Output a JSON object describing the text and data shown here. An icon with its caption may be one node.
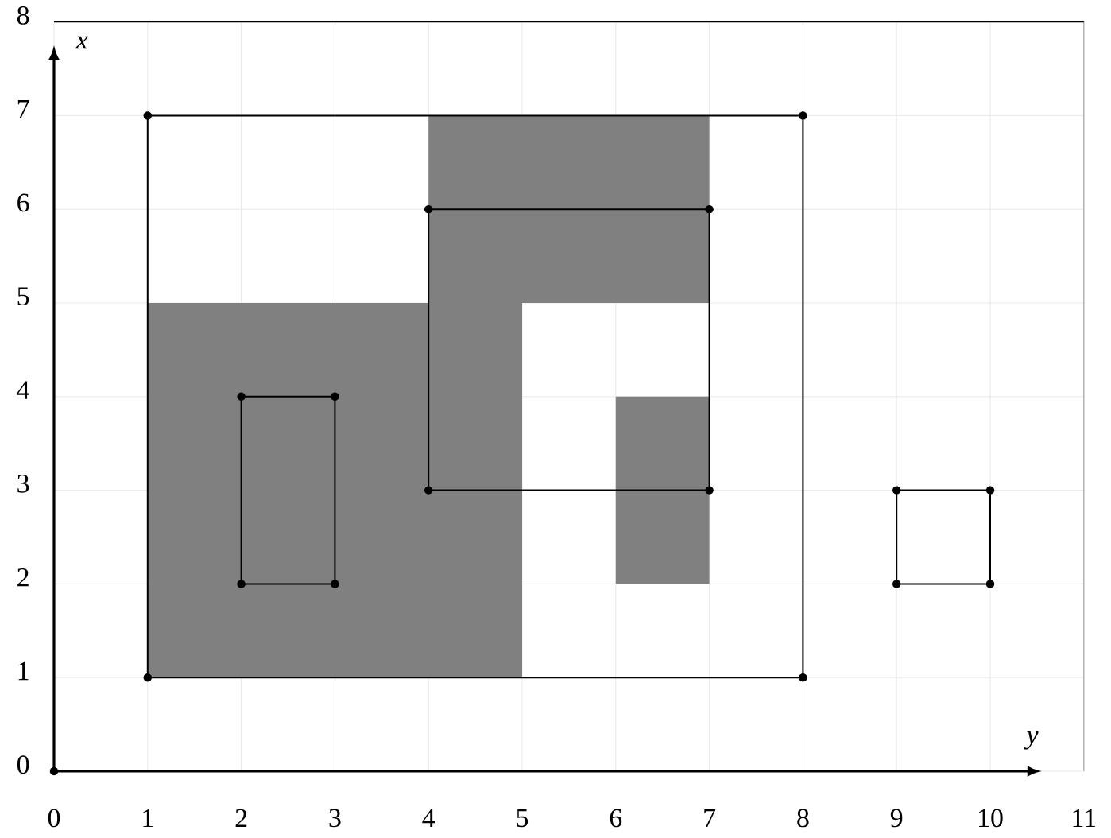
{
  "diagram": {
    "nodes": [
      {
        "text": [],
        "shape": "box"
      },
      {
        "text": [],
        "shape": "box",
        "in": 0
      },
      {
        "text": [],
        "shape": "box",
        "in": 0
      },
      {
        "text": [],
        "shape": "box",
        "in": 0
      },
      {
        "text": [],
        "shape": "box",
        "in": 0
      },
      {
        "text": [],
        "shape": "box",
        "in": 1
      },
      {
        "text": [],
        "shape": "box"
      }
    ],
    "labels": [
      "8",
      "x",
      "7",
      "6",
      "5",
      "4",
      "3",
      "2",
      "1",
      "0",
      "y",
      "0",
      "1",
      "2",
      "3",
      "4",
      "5",
      "6",
      "7",
      "8",
      "9",
      "10",
      "11"
    ]
  }
}
